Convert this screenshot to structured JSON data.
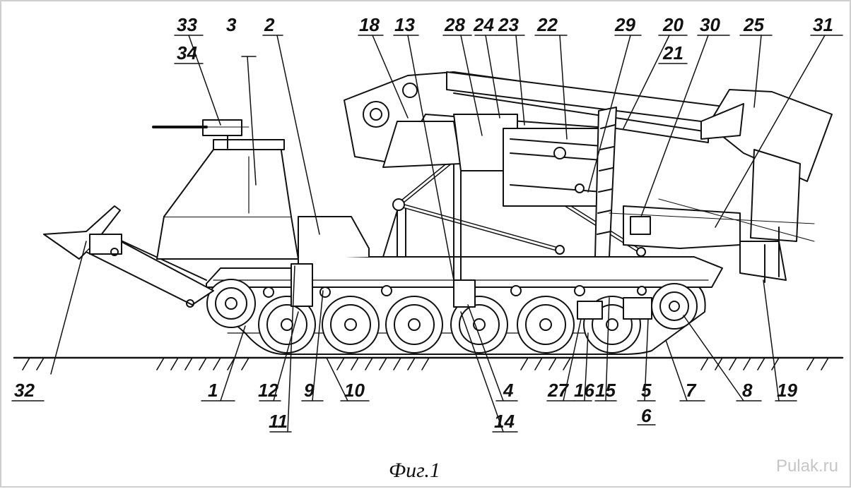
{
  "figure": {
    "caption": "Фиг.1",
    "watermark": "Pulak.ru",
    "labels": {
      "l1": "1",
      "l2": "2",
      "l3": "3",
      "l4": "4",
      "l5": "5",
      "l6": "6",
      "l7": "7",
      "l8": "8",
      "l9": "9",
      "l10": "10",
      "l11": "11",
      "l12": "12",
      "l13": "13",
      "l14": "14",
      "l15": "15",
      "l16": "16",
      "l18": "18",
      "l19": "19",
      "l20": "20",
      "l21": "21",
      "l22": "22",
      "l23": "23",
      "l24": "24",
      "l25": "25",
      "l27": "27",
      "l28": "28",
      "l29": "29",
      "l30": "30",
      "l31": "31",
      "l32": "32",
      "l33": "33",
      "l34": "34"
    }
  }
}
